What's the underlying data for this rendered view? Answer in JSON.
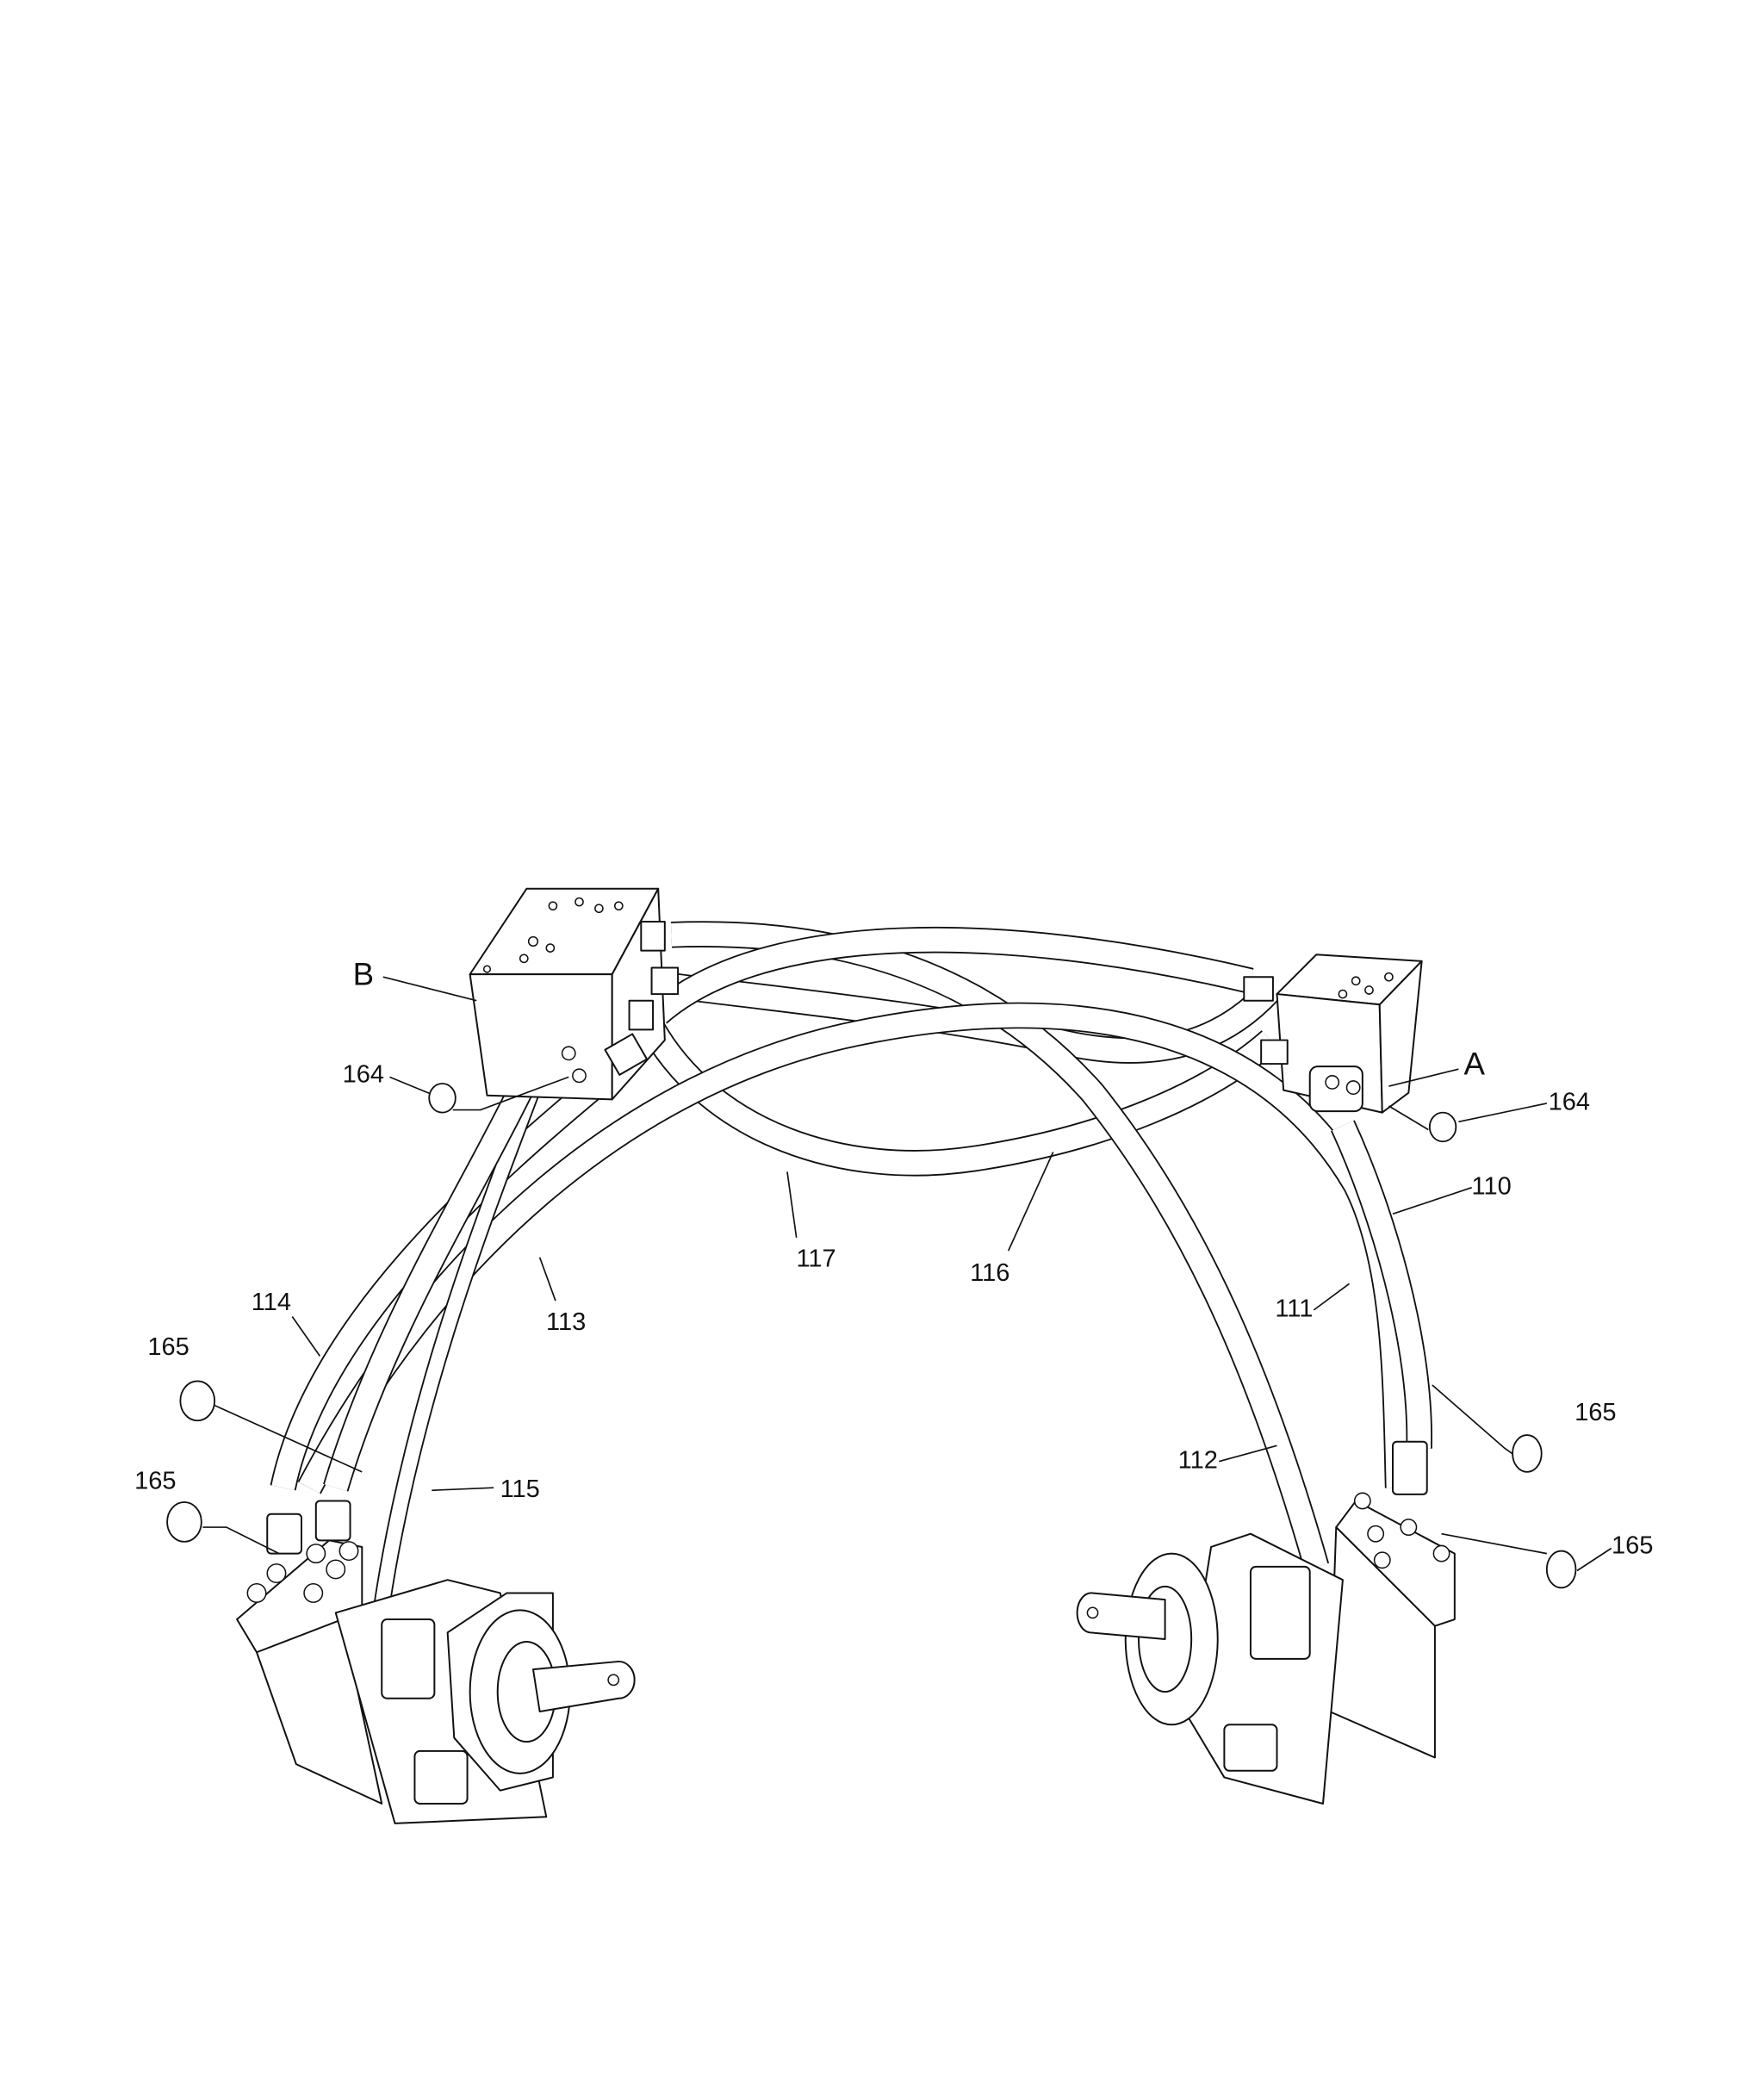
{
  "diagram": {
    "assembly_labels": {
      "left_block": "B",
      "right_block": "A"
    },
    "callouts": {
      "c164_left": "164",
      "c164_right": "164",
      "c110": "110",
      "c111": "111",
      "c112": "112",
      "c113": "113",
      "c114": "114",
      "c115": "115",
      "c116": "116",
      "c117": "117",
      "c165_left_upper": "165",
      "c165_left_lower": "165",
      "c165_right_upper": "165",
      "c165_right_lower": "165"
    }
  }
}
